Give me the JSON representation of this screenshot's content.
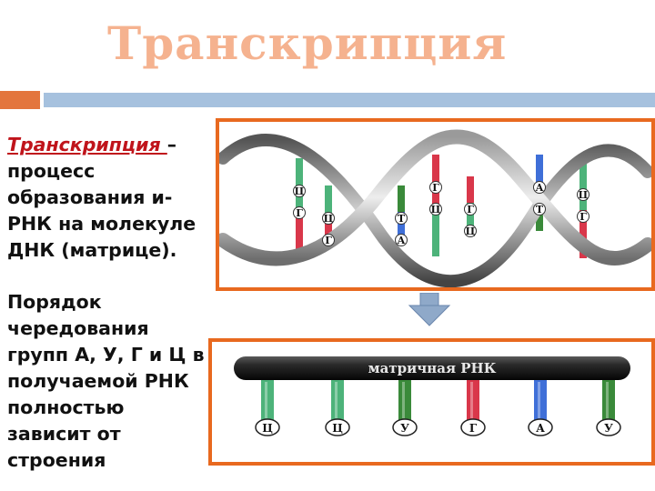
{
  "title": "Транскрипция",
  "body": {
    "term": "Транскрипция ",
    "definition": "– процесс образования и-РНК на молекуле ДНК (матрице).",
    "paragraph2": "Порядок чередования групп А, У, Г и Ц в получаемой РНК полностью зависит от строения"
  },
  "dna": {
    "bases": [
      {
        "top": "Ц",
        "bottom": "Г",
        "color_top": "#4db37a",
        "color_bottom": "#d9374a"
      },
      {
        "top": "Ц",
        "bottom": "Г",
        "color_top": "#4db37a",
        "color_bottom": "#d9374a"
      },
      {
        "top": "Т",
        "bottom": "А",
        "color_top": "#3a8a3a",
        "color_bottom": "#3f6fd8"
      },
      {
        "top": "Г",
        "bottom": "Ц",
        "color_top": "#d9374a",
        "color_bottom": "#4db37a"
      },
      {
        "top": "Г",
        "bottom": "Ц",
        "color_top": "#d9374a",
        "color_bottom": "#4db37a"
      },
      {
        "top": "А",
        "bottom": "Т",
        "color_top": "#3f6fd8",
        "color_bottom": "#3a8a3a"
      },
      {
        "top": "Ц",
        "bottom": "Г",
        "color_top": "#4db37a",
        "color_bottom": "#d9374a"
      }
    ]
  },
  "mrna": {
    "label": "матричная РНК",
    "bases": [
      {
        "letter": "Ц",
        "color": "#4db37a"
      },
      {
        "letter": "Ц",
        "color": "#4db37a"
      },
      {
        "letter": "У",
        "color": "#3a8a3a"
      },
      {
        "letter": "Г",
        "color": "#d9374a"
      },
      {
        "letter": "А",
        "color": "#3f6fd8"
      },
      {
        "letter": "У",
        "color": "#3a8a3a"
      }
    ]
  },
  "colors": {
    "accent_orange": "#e8691f",
    "title_color": "#f5b28f",
    "bar_blue": "#a6c1de",
    "term_red": "#c0141b"
  }
}
